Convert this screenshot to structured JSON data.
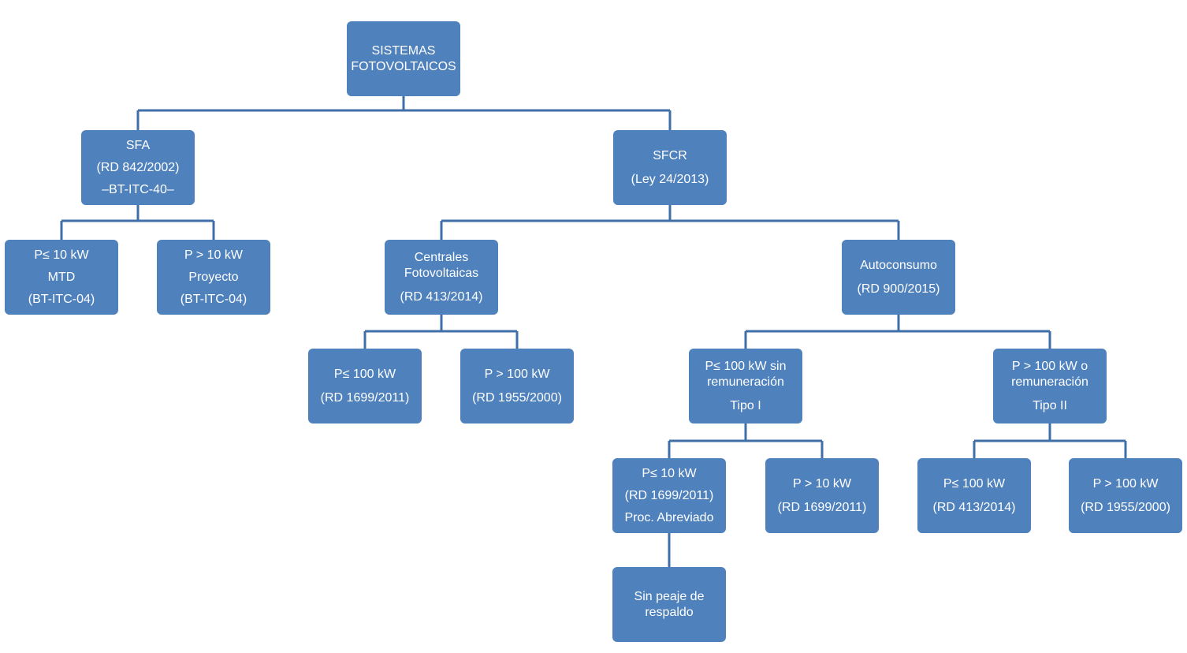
{
  "nodes": {
    "root": [
      "SISTEMAS\nFOTOVOLTAICOS"
    ],
    "sfa": [
      "SFA",
      "(RD 842/2002)",
      "–BT-ITC-40–"
    ],
    "sfcr": [
      "SFCR",
      "(Ley 24/2013)"
    ],
    "sfa_small": [
      "P≤ 10 kW",
      "MTD",
      "(BT-ITC-04)"
    ],
    "sfa_large": [
      "P > 10 kW",
      "Proyecto",
      "(BT-ITC-04)"
    ],
    "centrales": [
      "Centrales\nFotovoltaicas",
      "(RD 413/2014)"
    ],
    "autoconsumo": [
      "Autoconsumo",
      "(RD 900/2015)"
    ],
    "cent_small": [
      "P≤ 100 kW",
      "(RD 1699/2011)"
    ],
    "cent_large": [
      "P > 100 kW",
      "(RD 1955/2000)"
    ],
    "tipo1": [
      "P≤ 100 kW sin\nremuneración",
      "Tipo I"
    ],
    "tipo2": [
      "P > 100 kW o\nremuneración",
      "Tipo II"
    ],
    "t1_small": [
      "P≤ 10 kW",
      "(RD 1699/2011)",
      "Proc. Abreviado"
    ],
    "t1_large": [
      "P > 10 kW",
      "(RD 1699/2011)"
    ],
    "t2_small": [
      "P≤ 100 kW",
      "(RD 413/2014)"
    ],
    "t2_large": [
      "P > 100 kW",
      "(RD 1955/2000)"
    ],
    "respaldo": [
      "Sin peaje de\nrespaldo"
    ]
  },
  "colors": {
    "box_fill": "#4f81bd",
    "connector": "#3f6fa8",
    "text": "#ffffff"
  }
}
